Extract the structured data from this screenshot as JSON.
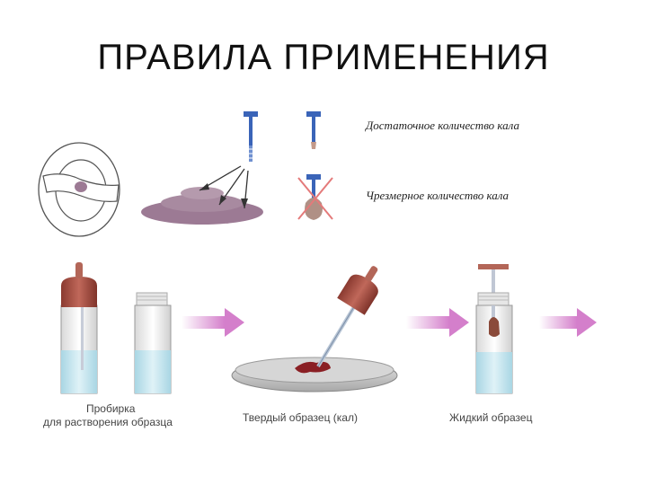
{
  "slide": {
    "title": "ПРАВИЛА ПРИМЕНЕНИЯ"
  },
  "notes": {
    "sufficient": "Достаточное количество кала",
    "excessive": "Чрезмерное количество кала"
  },
  "captions": {
    "tube_line1": "Пробирка",
    "tube_line2": "для растворения образца",
    "solid": "Твердый образец (кал)",
    "liquid": "Жидкий образец"
  },
  "colors": {
    "cap_red": "#a04a3e",
    "liquid_blue": "#bfe3ee",
    "arrow_pink": "#d98cd0",
    "stool": "#9c7a94",
    "probe_blue": "#3a64b8",
    "cross_red": "#e47a7a"
  }
}
